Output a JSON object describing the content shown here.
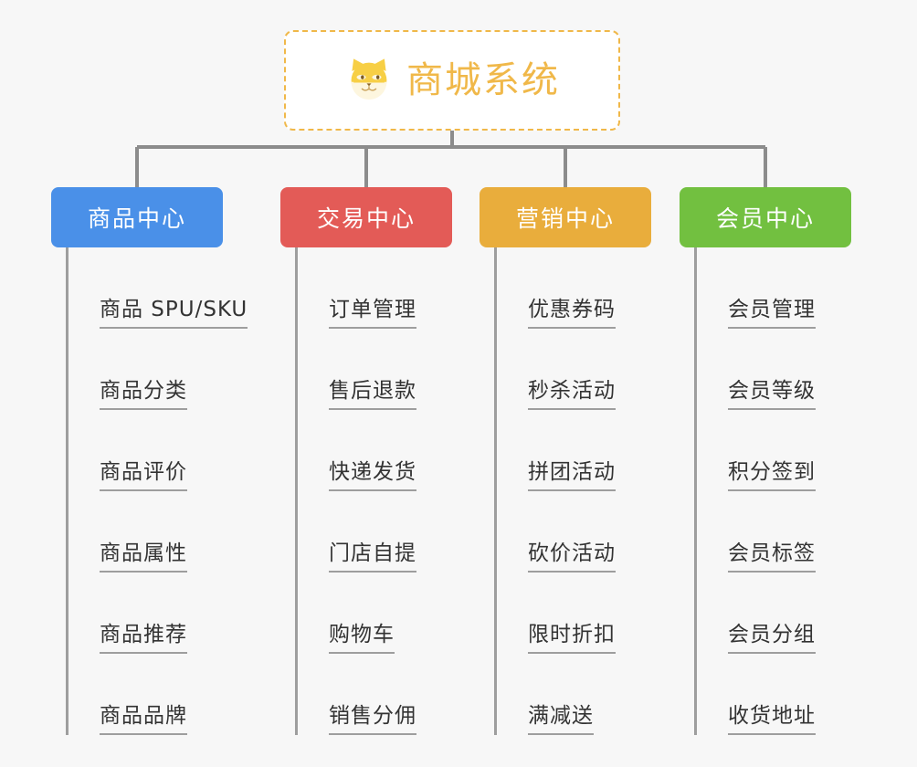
{
  "root": {
    "title": "商城系统",
    "icon": "shiba-dog-face-icon",
    "border_color": "#f0b849",
    "text_color": "#f0b849",
    "background": "#ffffff"
  },
  "canvas": {
    "background": "#f7f7f7",
    "connector_color": "#8c8c8c",
    "leaf_line_color": "#9e9e9e"
  },
  "branches": [
    {
      "label": "商品中心",
      "color": "#4a90e8",
      "items": [
        "商品 SPU/SKU",
        "商品分类",
        "商品评价",
        "商品属性",
        "商品推荐",
        "商品品牌"
      ]
    },
    {
      "label": "交易中心",
      "color": "#e35b57",
      "items": [
        "订单管理",
        "售后退款",
        "快递发货",
        "门店自提",
        "购物车",
        "销售分佣"
      ]
    },
    {
      "label": "营销中心",
      "color": "#e9ad3c",
      "items": [
        "优惠券码",
        "秒杀活动",
        "拼团活动",
        "砍价活动",
        "限时折扣",
        "满减送"
      ]
    },
    {
      "label": "会员中心",
      "color": "#72c040",
      "items": [
        "会员管理",
        "会员等级",
        "积分签到",
        "会员标签",
        "会员分组",
        "收货地址"
      ]
    }
  ]
}
